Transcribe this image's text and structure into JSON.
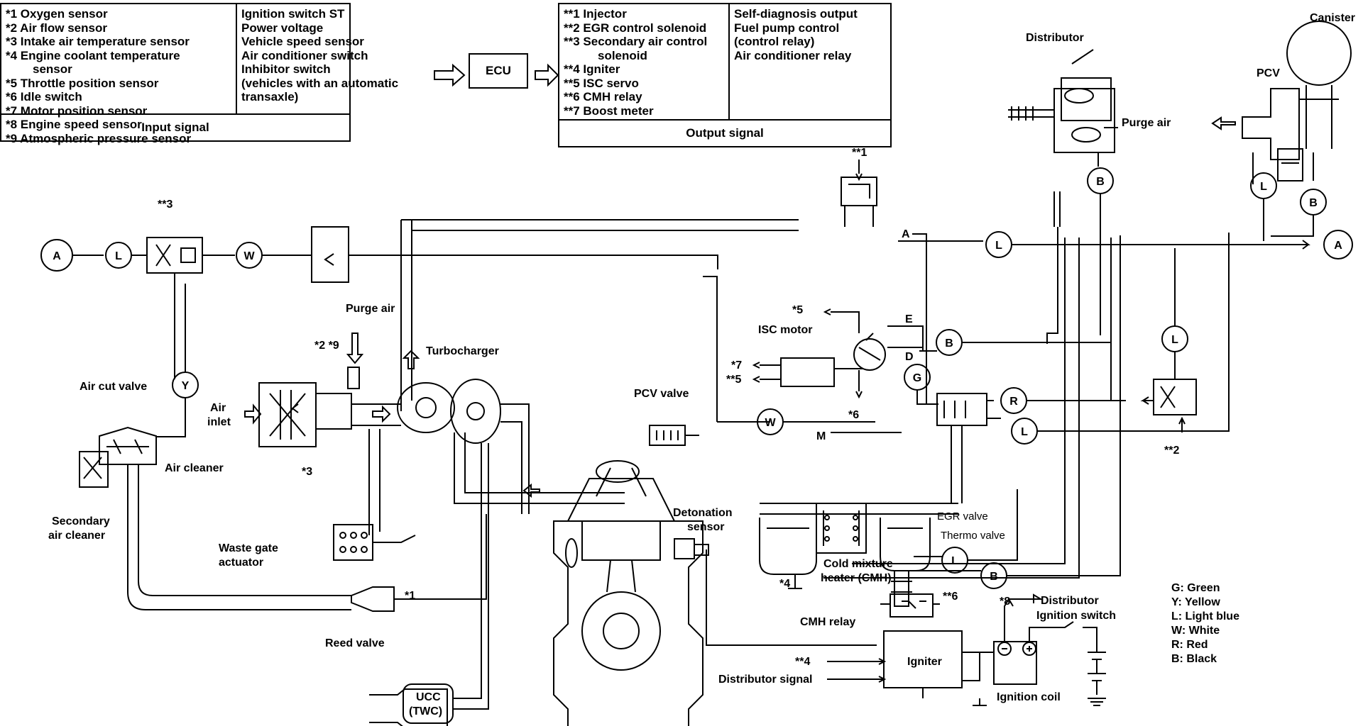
{
  "input_box": {
    "sensors": [
      "*1 Oxygen sensor",
      "*2 Air flow sensor",
      "*3 Intake air temperature sensor",
      "*4 Engine coolant temperature",
      "sensor",
      "*5 Throttle position sensor",
      "*6 Idle switch",
      "*7 Motor position sensor",
      "*8 Engine speed sensor",
      "*9 Atmospheric pressure sensor"
    ],
    "others": [
      "Ignition switch ST",
      "Power voltage",
      "Vehicle speed sensor",
      "Air conditioner switch",
      "Inhibitor switch",
      "(vehicles with an automatic",
      "transaxle)"
    ],
    "footer": "Input signal"
  },
  "ecu": "ECU",
  "output_box": {
    "actuators": [
      "**1 Injector",
      "**2 EGR control solenoid",
      "**3 Secondary air control",
      "solenoid",
      "**4 Igniter",
      "**5 ISC servo",
      "**6 CMH relay",
      "**7 Boost meter"
    ],
    "others": [
      "Self-diagnosis output",
      "Fuel pump control",
      "(control relay)",
      "Air conditioner relay"
    ],
    "footer": "Output signal"
  },
  "labels": {
    "distributor_top": "Distributor",
    "canister": "Canister",
    "pcv": "PCV",
    "purge_air_top": "Purge air",
    "star_star_1": "**1",
    "star_star_3": "**3",
    "purge_air_mid": "Purge air",
    "turbocharger": "Turbocharger",
    "star5": "*5",
    "isc_motor": "ISC motor",
    "star7": "*7",
    "star_star_5": "**5",
    "star6": "*6",
    "star2_star9": "*2 *9",
    "air_inlet_1": "Air",
    "air_inlet_2": "inlet",
    "air_cut_valve": "Air cut valve",
    "air_cleaner": "Air cleaner",
    "star3": "*3",
    "pcv_valve": "PCV valve",
    "secondary_air_cleaner_1": "Secondary",
    "secondary_air_cleaner_2": "air cleaner",
    "waste_gate_1": "Waste gate",
    "waste_gate_2": "actuator",
    "star1": "*1",
    "reed_valve": "Reed valve",
    "ucc_1": "UCC",
    "ucc_2": "(TWC)",
    "detonation_1": "Detonation",
    "detonation_2": "sensor",
    "star4": "*4",
    "cold_mixture_1": "Cold mixture",
    "cold_mixture_2": "heater (CMH)",
    "cmh_relay": "CMH relay",
    "star_star_6": "**6",
    "egr_valve": "EGR valve",
    "thermo_valve": "Thermo valve",
    "star_star_2": "**2",
    "star8": "*8",
    "distributor_bottom": "Distributor",
    "ignition_switch": "Ignition switch",
    "igniter": "Igniter",
    "star_star_4": "**4",
    "distributor_signal": "Distributor  signal",
    "ignition_coil": "Ignition coil",
    "port_A": "A",
    "port_E": "E",
    "port_D": "D",
    "port_M": "M"
  },
  "hose_tags": {
    "L": "L",
    "W": "W",
    "Y": "Y",
    "B": "B",
    "G": "G",
    "R": "R",
    "A": "A"
  },
  "legend": [
    "G: Green",
    "Y: Yellow",
    "L: Light blue",
    "W: White",
    "R: Red",
    "B: Black"
  ]
}
